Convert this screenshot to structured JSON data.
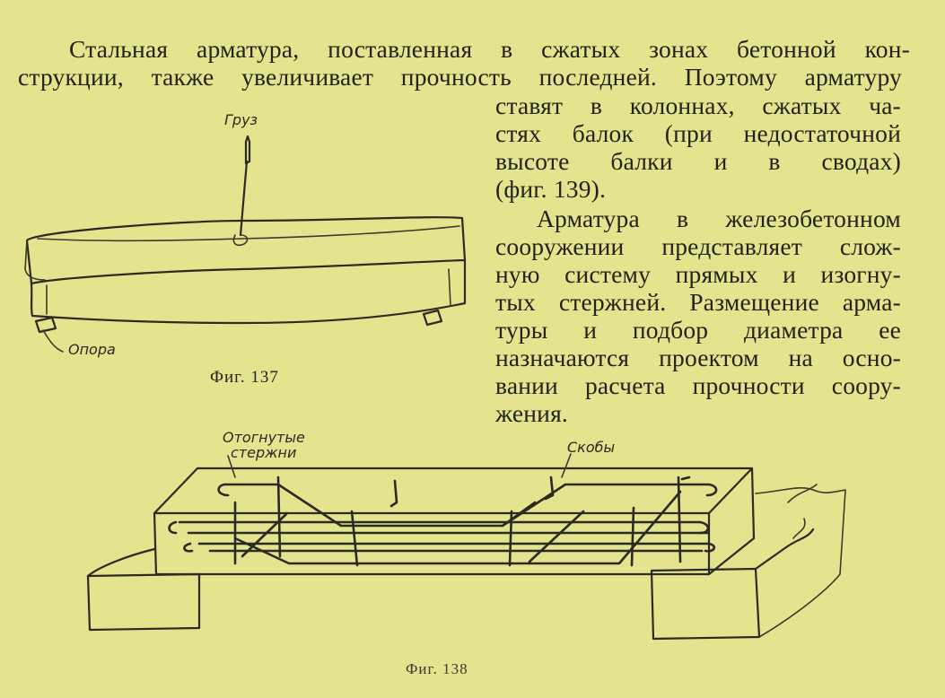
{
  "text": {
    "top_lines": [
      "Стальная арматура, поставленная в сжатых зонах бетонной кон-",
      "струкции, также увеличивает прочность последней. Поэтому арматуру"
    ],
    "side_lines": [
      "ставят в колоннах, сжатых ча-",
      "стях балок (при недостаточной",
      "высоте балки и в сводах)",
      "(фиг. 139).",
      "Арматура в железобетонном",
      "сооружении представляет слож-",
      "ную систему прямых и изогну-",
      "тых стержней. Размещение арма-",
      "туры и подбор диаметра ее",
      "назначаются проектом на осно-",
      "вании расчета прочности соору-",
      "жения."
    ]
  },
  "figure137": {
    "caption": "Фиг. 137",
    "load_label": "Груз",
    "support_label": "Опора"
  },
  "figure138": {
    "caption": "Фиг. 138",
    "bent_bars_label_1": "Отогнутые",
    "bent_bars_label_2": "стержни",
    "stirrups_label": "Скобы"
  }
}
